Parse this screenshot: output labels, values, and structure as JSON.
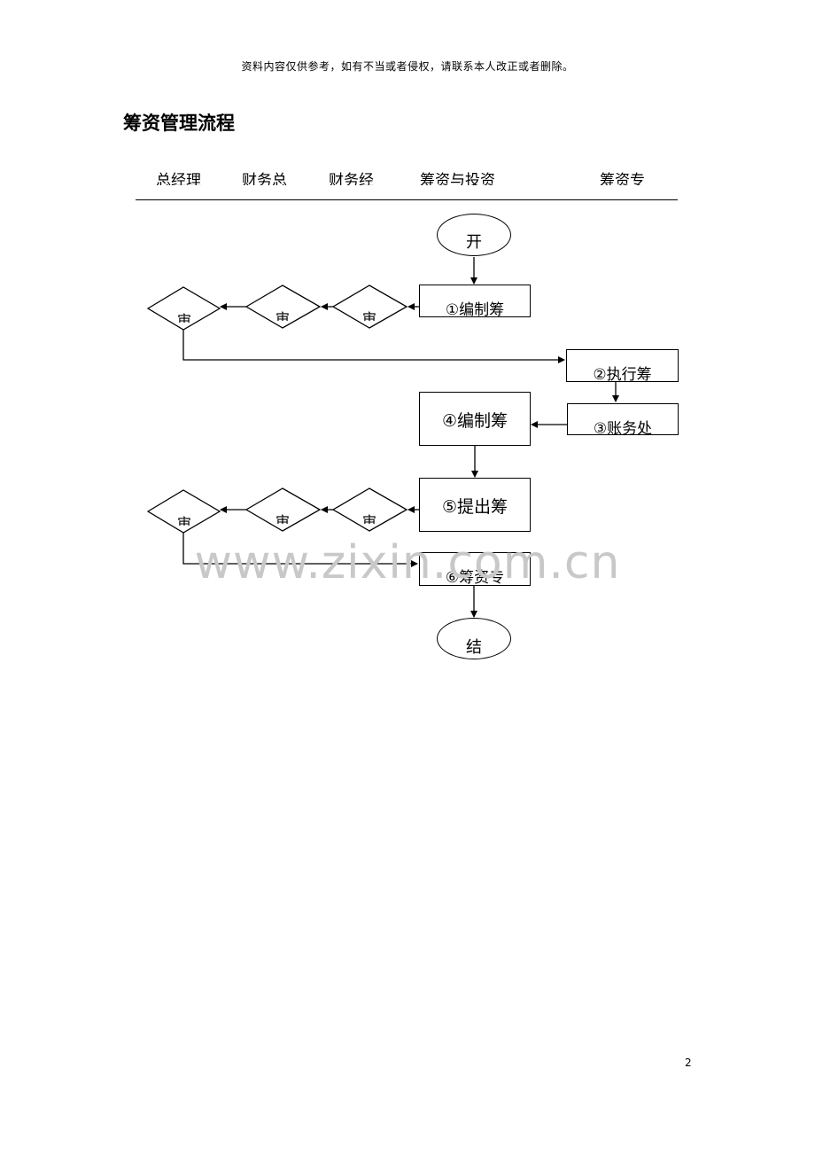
{
  "disclaimer": "资料内容仅供参考，如有不当或者侵权，请联系本人改正或者删除。",
  "title": "筹资管理流程",
  "lanes": [
    "总经理",
    "财务总",
    "财务经",
    "筹资与投资",
    "筹资专"
  ],
  "terminals": {
    "start": "开",
    "end": "结"
  },
  "steps": [
    "①编制筹",
    "②执行筹",
    "③账务处",
    "④编制筹",
    "⑤提出筹",
    "⑥筹资专"
  ],
  "decisions": {
    "top": [
      "审",
      "审",
      "审"
    ],
    "bottom": [
      "审",
      "审",
      "审"
    ]
  },
  "watermark": "www.zixin.com.cn",
  "page_number": "2"
}
